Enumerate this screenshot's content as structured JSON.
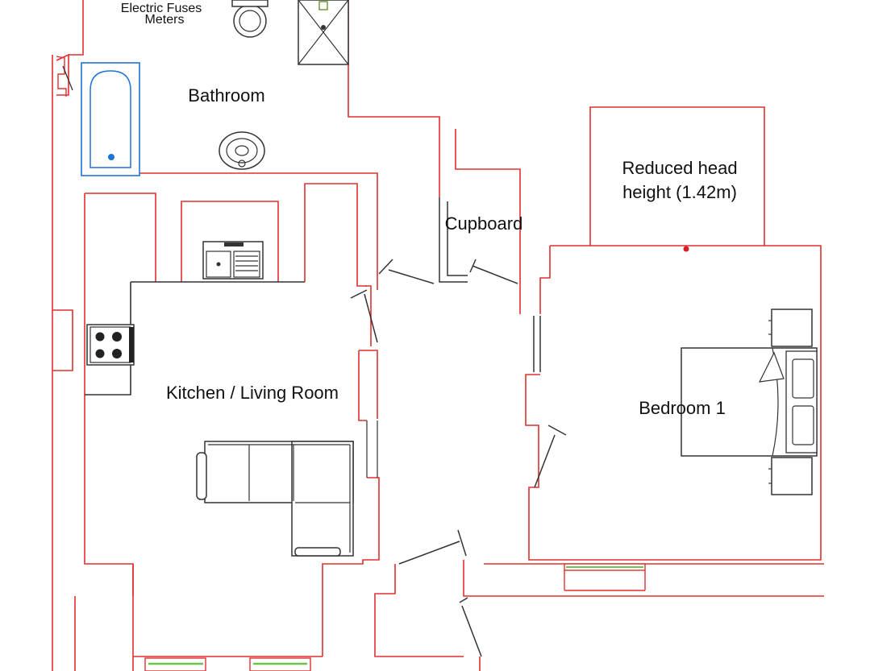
{
  "floorplan": {
    "labels": {
      "electric_fuses": "Electric  Fuses",
      "meters": "Meters",
      "bathroom": "Bathroom",
      "cupboard": "Cupboard",
      "reduced_head_line1": "Reduced head",
      "reduced_head_line2": "height (1.42m)",
      "kitchen_living": "Kitchen / Living Room",
      "bedroom1": "Bedroom 1"
    },
    "colors": {
      "wall": "#e03030",
      "fixture": "#333333",
      "bath": "#1e73d8",
      "window_glass": "#6cc24a",
      "marker": "#d81f26"
    }
  }
}
